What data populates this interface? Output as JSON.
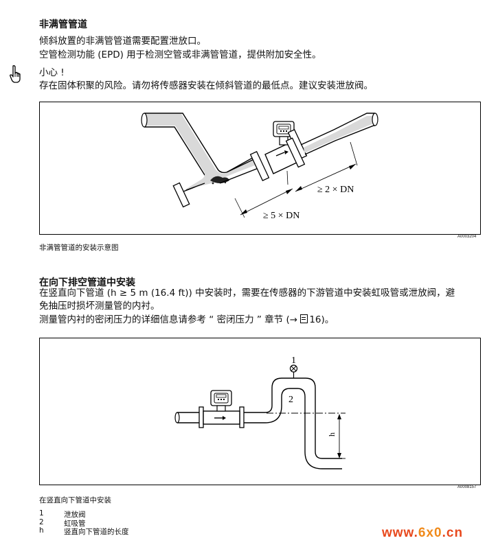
{
  "section1": {
    "heading": "非满管管道",
    "line1": "倾斜放置的非满管管道需要配置泄放口。",
    "line2": "空管检测功能 (EPD) 用于检测空管或非满管管道，提供附加安全性。",
    "caution_title": "小心 !",
    "caution_text": "存在固体积聚的风险。请勿将传感器安装在倾斜管道的最低点。建议安装泄放阀。"
  },
  "figure1": {
    "label_2dn": "≥ 2 × DN",
    "label_5dn": "≥ 5 × DN",
    "code": "A0003204",
    "caption": "非满管管道的安装示意图"
  },
  "section2": {
    "heading": "在向下排空管道中安装",
    "line1": "在竖直向下管道 (h ≥ 5 m (16.4 ft)) 中安装时，需要在传感器的下游管道中安装虹吸管或泄放阀，避",
    "line2": "免抽压时损坏测量管的内衬。",
    "line3": "测量管内衬的密闭压力的详细信息请参考 “ 密闭压力 ” 章节 (→ ",
    "page_ref": "16",
    "line3_end": ")。"
  },
  "figure2": {
    "label_1": "1",
    "label_2": "2",
    "label_h": "h",
    "code": "A0008157",
    "caption": "在竖直向下管道中安装"
  },
  "legend": [
    {
      "key": "1",
      "text": "泄放阀"
    },
    {
      "key": "2",
      "text": "虹吸管"
    },
    {
      "key": "h",
      "text": "竖直向下管道的长度"
    }
  ],
  "icons": {
    "caution": "pointing-hand-icon",
    "page_ref": "page-icon"
  },
  "watermark": {
    "prefix": "www.",
    "domain": "6x0",
    "suffix": ".cn"
  }
}
